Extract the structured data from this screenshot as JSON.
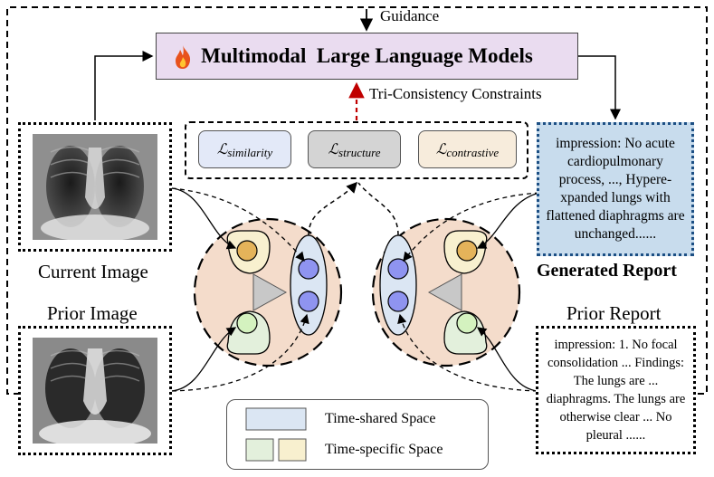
{
  "guidance": "Guidance",
  "llm": {
    "title": "Multimodal  Large Language Models",
    "icon": "fire-icon"
  },
  "constraints_label": "Tri-Consistency Constraints",
  "losses": [
    {
      "symbol": "ℒ",
      "sub": "similarity",
      "color": "#e3e9f8"
    },
    {
      "symbol": "ℒ",
      "sub": "structure",
      "color": "#d4d4d4"
    },
    {
      "symbol": "ℒ",
      "sub": "contrastive",
      "color": "#f7ecdc"
    }
  ],
  "current_image": {
    "label": "Current Image"
  },
  "prior_image": {
    "label": "Prior Image"
  },
  "generated_report": {
    "label": "Generated Report",
    "text": "impression: No acute cardiopulmonary process, ..., Hypere-xpanded lungs with flattened diaphragms are unchanged......"
  },
  "prior_report": {
    "label": "Prior Report",
    "text": "impression: 1. No focal consolidation ... Findings: The lungs are ... diaphragms. The lungs are otherwise clear ... No pleural ......"
  },
  "legend": {
    "shared": "Time-shared Space",
    "specific": "Time-specific Space"
  },
  "colors": {
    "shared": "#dbe6f3",
    "specific_green": "#e3f0dc",
    "specific_yellow": "#f8f0cf",
    "circle_bg": "#f4dccb",
    "red_arrow": "#c00000"
  }
}
